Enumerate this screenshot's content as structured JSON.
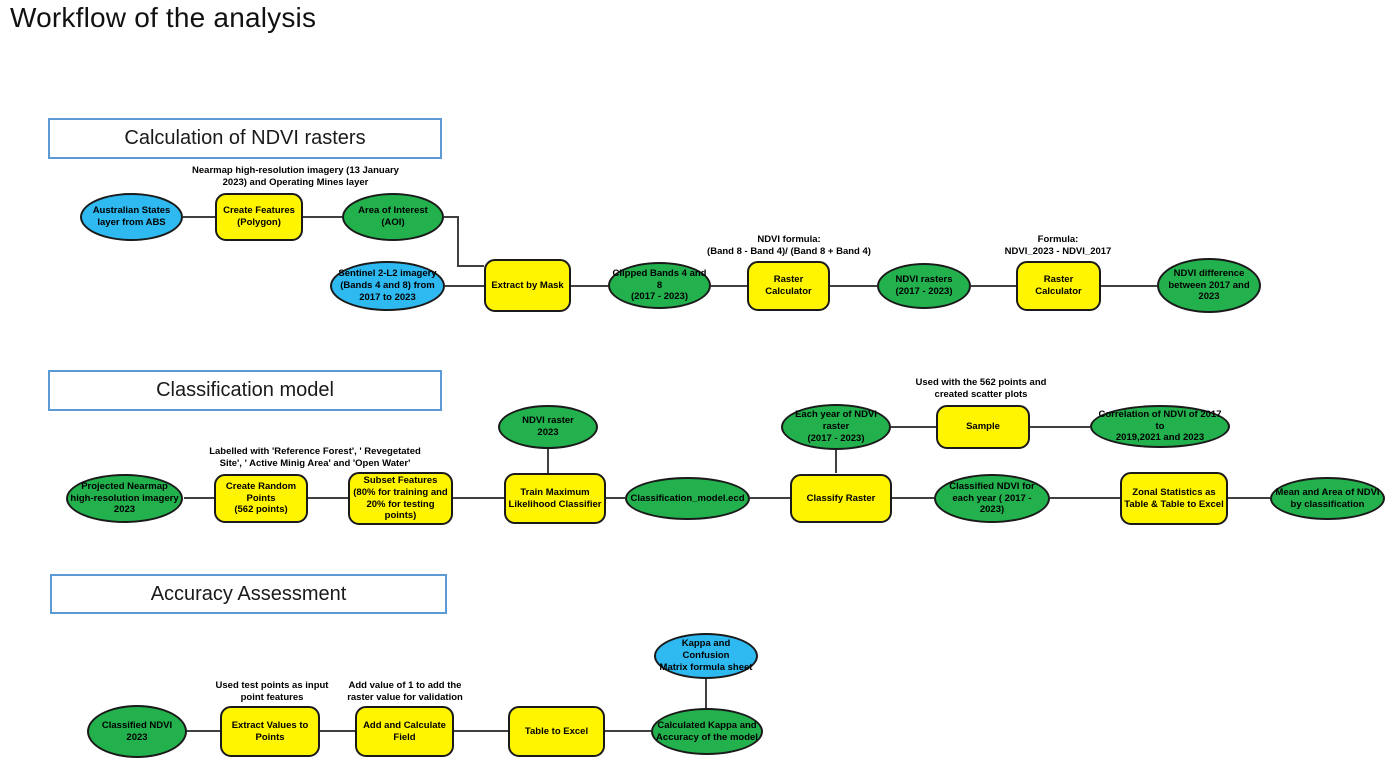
{
  "title": "Workflow of the analysis",
  "colors": {
    "input_blue": "#2EB9F0",
    "derived_green": "#22B14C",
    "tool_yellow": "#FFF500",
    "header_border": "#5B9BD5",
    "connector": "#404040"
  },
  "sections": {
    "ndvi": {
      "label": "Calculation of NDVI rasters"
    },
    "classification": {
      "label": "Classification model"
    },
    "accuracy": {
      "label": "Accuracy Assessment"
    }
  },
  "annotations": {
    "nearmap": "Nearmap high-resolution imagery (13 January\n2023) and Operating Mines layer",
    "ndvi_formula": "NDVI formula:\n(Band 8 - Band 4)/ (Band 8 + Band 4)",
    "diff_formula": "Formula:\nNDVI_2023 - NDVI_2017",
    "labelled": "Labelled with 'Reference Forest', ' Revegetated\nSite', ' Active Minig Area' and 'Open Water'",
    "sample_note": "Used with the 562 points and\ncreated scatter plots",
    "test_points": "Used test points as input\npoint features",
    "add_value": "Add value of 1 to add the\nraster value for validation"
  },
  "nodes": {
    "australian_states": {
      "label": "Australian States\nlayer from ABS"
    },
    "create_features": {
      "label": "Create Features\n(Polygon)"
    },
    "aoi": {
      "label": "Area of Interest (AOI)"
    },
    "sentinel": {
      "label": "Sentinel 2-L2 imagery\n(Bands 4 and 8) from\n2017 to 2023"
    },
    "extract_by_mask": {
      "label": "Extract by Mask"
    },
    "clipped_bands": {
      "label": "Clipped Bands 4 and 8\n(2017 - 2023)"
    },
    "raster_calc1": {
      "label": "Raster Calculator"
    },
    "ndvi_rasters": {
      "label": "NDVI rasters\n(2017 - 2023)"
    },
    "raster_calc2": {
      "label": "Raster Calculator"
    },
    "ndvi_diff": {
      "label": "NDVI difference\nbetween 2017 and\n2023"
    },
    "projected_nearmap": {
      "label": "Projected Nearmap\nhigh-resolution imagery\n2023"
    },
    "create_random": {
      "label": "Create Random\nPoints\n(562 points)"
    },
    "subset_features": {
      "label": "Subset Features\n(80% for training and\n20% for testing points)"
    },
    "ndvi_raster_2023": {
      "label": "NDVI raster\n2023"
    },
    "train_ml": {
      "label": "Train Maximum\nLikelihood Classifier"
    },
    "classification_model": {
      "label": "Classification_model.ecd"
    },
    "each_year": {
      "label": "Each year of NDVI\nraster\n(2017 - 2023)"
    },
    "sample": {
      "label": "Sample"
    },
    "correlation": {
      "label": "Correlation of NDVI of 2017 to\n2019,2021 and 2023"
    },
    "classify_raster": {
      "label": "Classify Raster"
    },
    "classified_each_year": {
      "label": "Classified NDVI for\neach year ( 2017 -\n2023)"
    },
    "zonal_stats": {
      "label": "Zonal Statistics as\nTable & Table to Excel"
    },
    "mean_area": {
      "label": "Mean and Area of NDVI\nby classification"
    },
    "classified_2023": {
      "label": "Classified NDVI\n2023"
    },
    "extract_values": {
      "label": "Extract Values to\nPoints"
    },
    "add_calc_field": {
      "label": "Add and Calculate\nField"
    },
    "table_to_excel": {
      "label": "Table to Excel"
    },
    "kappa_sheet": {
      "label": "Kappa and Confusion\nMatrix formula sheet"
    },
    "calc_kappa": {
      "label": "Calculated Kappa and\nAccuracy of the model"
    }
  }
}
